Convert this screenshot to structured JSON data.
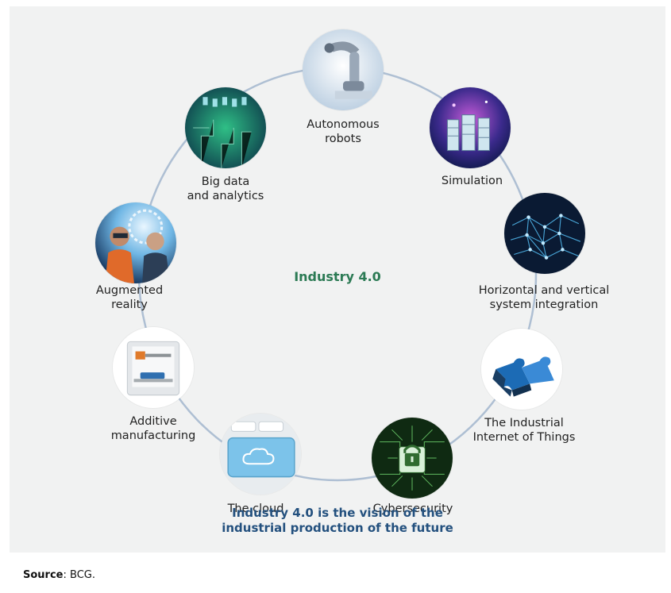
{
  "center_title": "Industry 4.0",
  "caption": {
    "line1": "Industry 4.0 is the vision of the",
    "line2": "industrial production of the future"
  },
  "source": {
    "label": "Source",
    "value": "BCG."
  },
  "colors": {
    "ring": "#aebfd3",
    "center_title": "#2b7a54",
    "caption": "#23507e",
    "panel": "#f1f2f2"
  },
  "nodes": [
    {
      "id": "autonomous-robots",
      "lines": [
        "Autonomous",
        "robots"
      ],
      "icon": "robot-arm-icon"
    },
    {
      "id": "simulation",
      "lines": [
        "Simulation"
      ],
      "icon": "server-racks-icon"
    },
    {
      "id": "system-integration",
      "lines": [
        "Horizontal and vertical",
        "system integration"
      ],
      "icon": "network-mesh-icon"
    },
    {
      "id": "industrial-iot",
      "lines": [
        "The Industrial",
        "Internet of Things"
      ],
      "icon": "puzzle-pieces-icon"
    },
    {
      "id": "cybersecurity",
      "lines": [
        "Cybersecurity"
      ],
      "icon": "padlock-circuit-icon"
    },
    {
      "id": "the-cloud",
      "lines": [
        "The cloud"
      ],
      "icon": "cloud-key-icon"
    },
    {
      "id": "additive-manufacturing",
      "lines": [
        "Additive",
        "manufacturing"
      ],
      "icon": "3d-printer-icon"
    },
    {
      "id": "augmented-reality",
      "lines": [
        "Augmented",
        "reality"
      ],
      "icon": "ar-headset-icon"
    },
    {
      "id": "big-data",
      "lines": [
        "Big data",
        "and analytics"
      ],
      "icon": "data-matrix-icon"
    }
  ]
}
